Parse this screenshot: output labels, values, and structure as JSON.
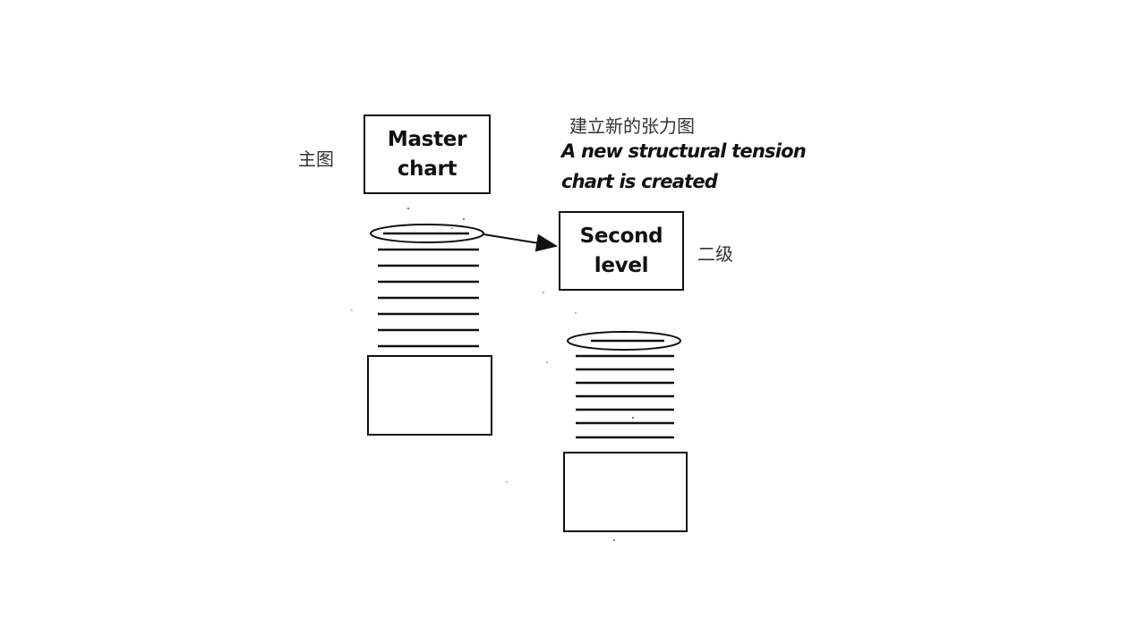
{
  "diagram": {
    "master_label_cn": "主图",
    "master_chart": "Master\nchart",
    "caption_cn": "建立新的张力图",
    "caption_en": "A new structural tension\nchart is created",
    "second_level": "Second\nlevel",
    "second_level_cn": "二级"
  }
}
